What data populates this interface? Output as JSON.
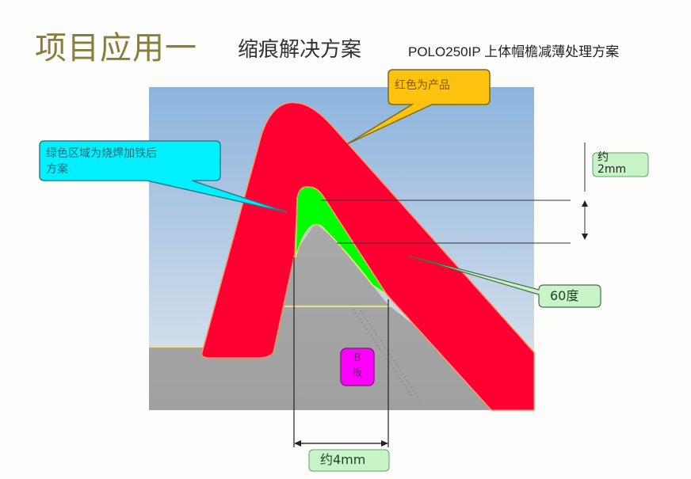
{
  "header": {
    "title": "项目应用一",
    "subtitle": "缩痕解决方案",
    "note": "POLO250IP 上体帽檐减薄处理方案"
  },
  "callouts": {
    "product": {
      "label": "红色为产品",
      "color": "#ffc20e"
    },
    "green_region": {
      "label": "绿色区域为烧焊加铁后\n方案",
      "color": "#00ffff"
    },
    "thickness": {
      "label": "约\n2mm",
      "color": "#c8f5c8"
    },
    "angle": {
      "label": "60度",
      "color": "#c8f5c8"
    },
    "width": {
      "label": "约4mm",
      "color": "#c8f5c8"
    },
    "plate": {
      "label": "B\n板",
      "color": "#ff00ff"
    }
  },
  "colors": {
    "product_red": "#ff0033",
    "weld_green": "#00ff00",
    "mold_gray": "#a6a6a6",
    "sky_top": "#8db4dc",
    "sky_bottom": "#dfe8f0",
    "title_gold": "#8a7d3a"
  }
}
